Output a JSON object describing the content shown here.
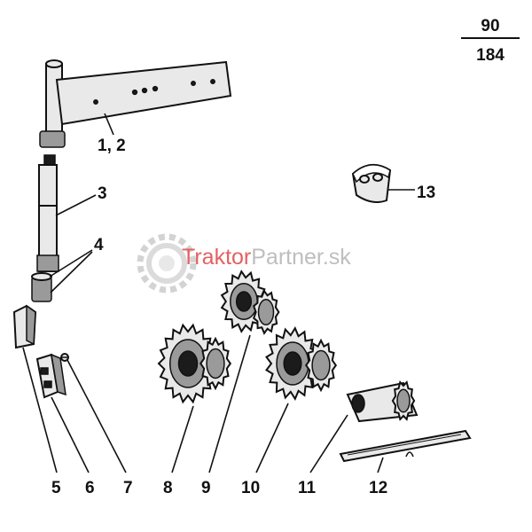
{
  "page_number": {
    "top": "90",
    "bottom": "184"
  },
  "watermark": {
    "brand_red": "Traktor",
    "brand_gray": "Partner.sk",
    "red": "#e05050",
    "gray": "#b8b8b8"
  },
  "parts": [
    {
      "id": "part-1-2",
      "label": "1, 2",
      "icon": "shift-lever-bar"
    },
    {
      "id": "part-3",
      "label": "3",
      "icon": "shaft"
    },
    {
      "id": "part-4",
      "label": "4",
      "icon": "bushing"
    },
    {
      "id": "part-5",
      "label": "5",
      "icon": "block"
    },
    {
      "id": "part-6",
      "label": "6",
      "icon": "plate"
    },
    {
      "id": "part-7",
      "label": "7",
      "icon": "screw"
    },
    {
      "id": "part-8",
      "label": "8",
      "icon": "gear"
    },
    {
      "id": "part-9",
      "label": "9",
      "icon": "gear"
    },
    {
      "id": "part-10",
      "label": "10",
      "icon": "gear"
    },
    {
      "id": "part-11",
      "label": "11",
      "icon": "splined-sleeve"
    },
    {
      "id": "part-12",
      "label": "12",
      "icon": "key-bar"
    },
    {
      "id": "part-13",
      "label": "13",
      "icon": "half-bearing-shell"
    }
  ]
}
